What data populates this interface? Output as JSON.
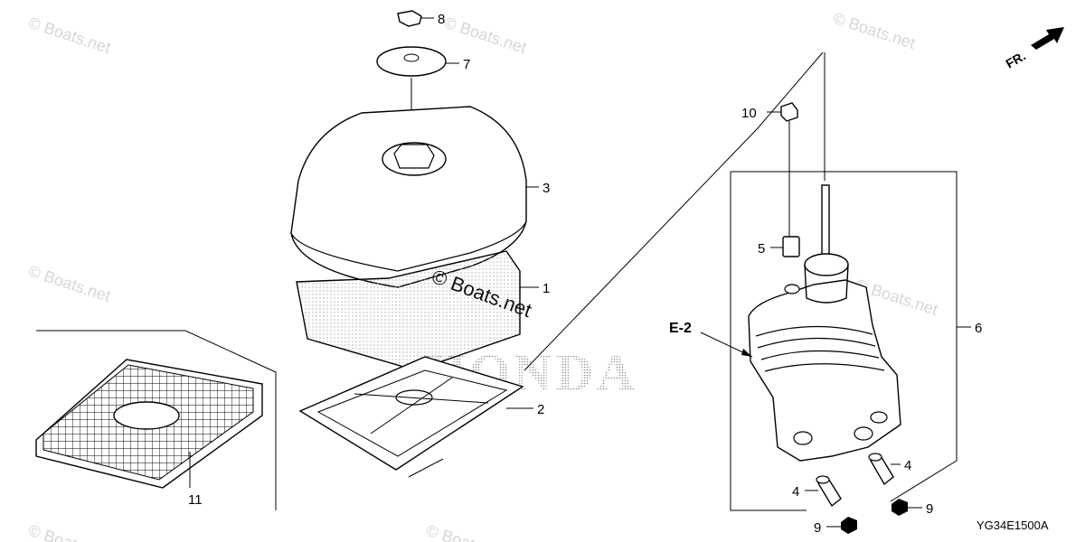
{
  "diagram": {
    "callouts": {
      "p1": "1",
      "p2": "2",
      "p3": "3",
      "p4a": "4",
      "p4b": "4",
      "p5": "5",
      "p6": "6",
      "p7": "7",
      "p8": "8",
      "p9a": "9",
      "p9b": "9",
      "p10": "10",
      "p11": "11"
    },
    "reference_label": "E-2",
    "direction_label": "FR.",
    "diagram_code": "YG34E1500A"
  },
  "watermarks": {
    "site": "© Boats.net",
    "center": "© Boats.net",
    "brand": "HONDA"
  }
}
